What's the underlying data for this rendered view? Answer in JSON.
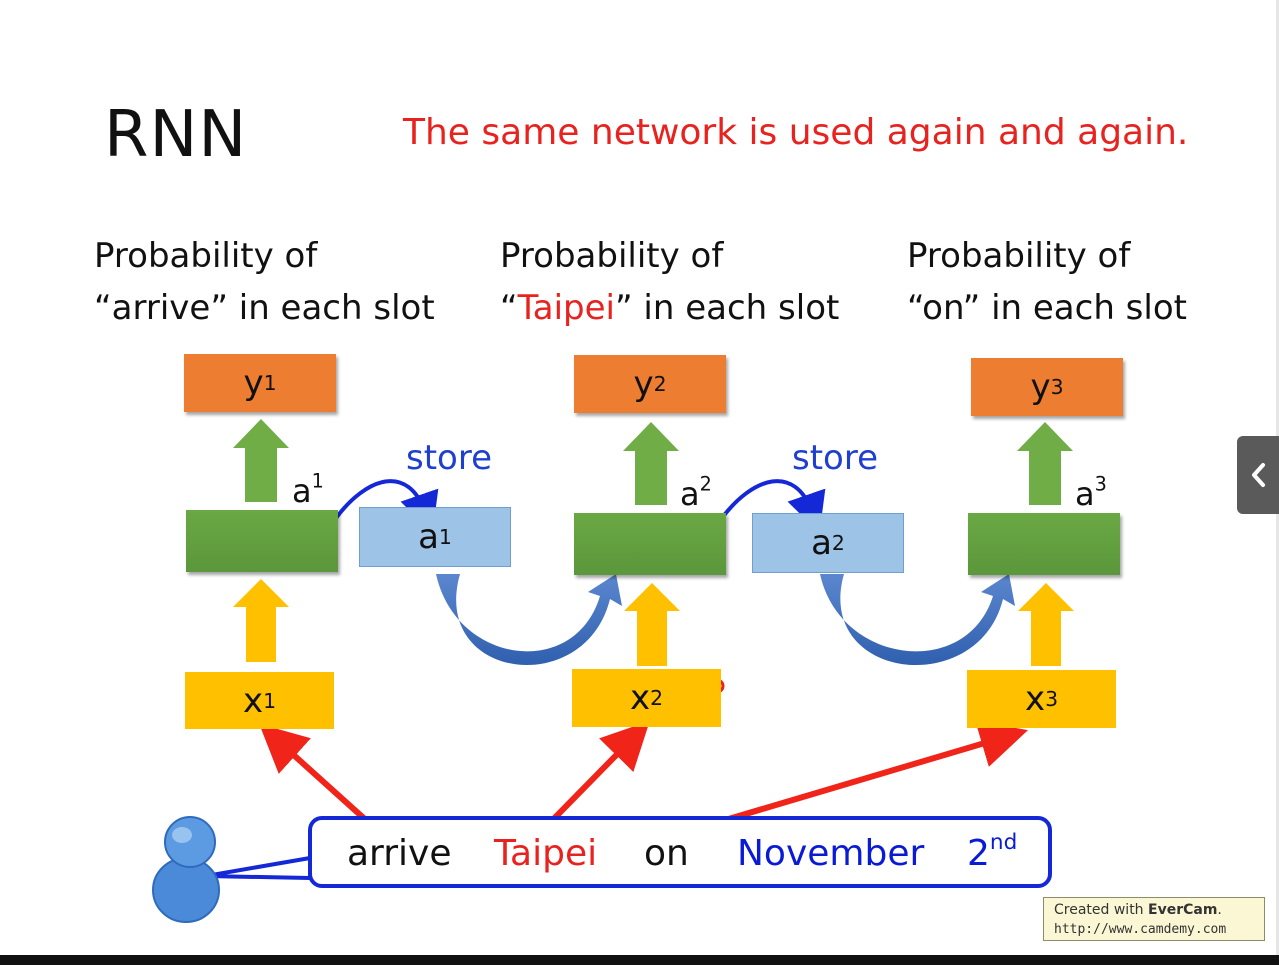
{
  "title": "RNN",
  "subtitle": "The same network is used again and again.",
  "columns": [
    {
      "line1": "Probability of",
      "quote_open": "“",
      "word": "arrive",
      "quote_close": "”",
      "tail": " in each slot",
      "y_label": "y",
      "y_sup": "1",
      "a_label": "a",
      "a_sup": "1",
      "x_label": "x",
      "x_sup": "1"
    },
    {
      "line1": "Probability of",
      "quote_open": "“",
      "word": "Taipei",
      "quote_close": "”",
      "tail": " in each slot",
      "y_label": "y",
      "y_sup": "2",
      "a_label": "a",
      "a_sup": "2",
      "x_label": "x",
      "x_sup": "2"
    },
    {
      "line1": "Probability of",
      "quote_open": "“",
      "word": "on",
      "quote_close": "”",
      "tail": " in each slot",
      "y_label": "y",
      "y_sup": "3",
      "a_label": "a",
      "a_sup": "3",
      "x_label": "x",
      "x_sup": "3"
    }
  ],
  "memory": [
    {
      "store_label": "store",
      "label": "a",
      "sup": "1"
    },
    {
      "store_label": "store",
      "label": "a",
      "sup": "2"
    }
  ],
  "sentence": {
    "words": [
      "arrive",
      "Taipei",
      "on",
      "November"
    ],
    "last_word": "2",
    "last_sup": "nd"
  },
  "watermark": {
    "prefix": "Created with ",
    "brand": "EverCam",
    "suffix": ".",
    "url": "http://www.camdemy.com"
  },
  "colors": {
    "title_red": "#e8231f",
    "output_orange": "#ed7d31",
    "hidden_green": "#70ad47",
    "memory_blue": "#9dc3e6",
    "input_yellow": "#ffc000",
    "store_blue": "#1f3fd0",
    "sentence_blue": "#0a1bd6"
  }
}
